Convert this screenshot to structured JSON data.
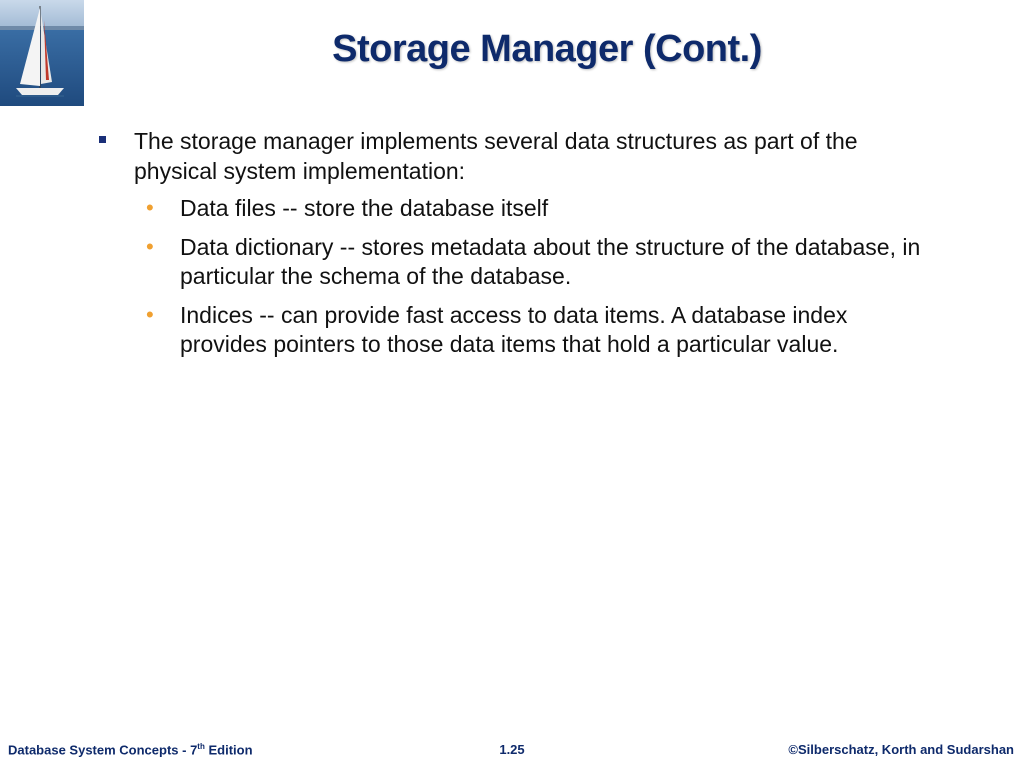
{
  "slide": {
    "title": "Storage Manager (Cont.)",
    "bullet": "The storage manager implements several data structures as part of the physical system implementation:",
    "sub_bullets": [
      "Data files -- store the database itself",
      "Data dictionary --  stores metadata about the structure of the database, in particular the schema of the database.",
      "Indices --  can provide fast access to data items.  A database index provides pointers to those data items that hold a particular value."
    ]
  },
  "footer": {
    "left_prefix": "Database System Concepts - 7",
    "left_sup": "th",
    "left_suffix": " Edition",
    "page": "1.25",
    "copyright": "©Silberschatz, Korth and Sudarshan"
  },
  "colors": {
    "title": "#0e2a6b",
    "square_bullet": "#1a2f78",
    "round_bullet": "#f0a030"
  },
  "icons": {
    "logo": "sailboat-image"
  }
}
